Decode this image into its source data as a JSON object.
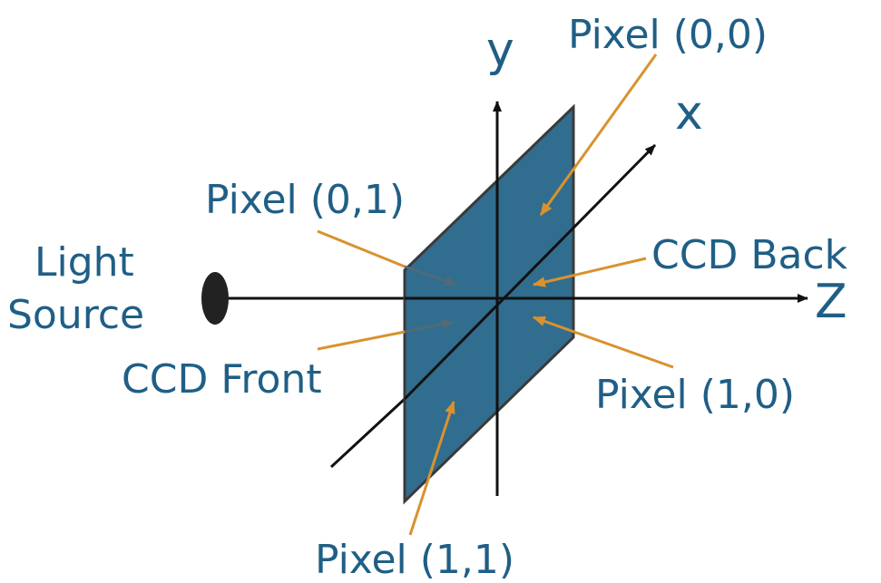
{
  "axes": {
    "y": "y",
    "x": "x",
    "z": "Z"
  },
  "labels": {
    "pixel_00": "Pixel (0,0)",
    "pixel_01": "Pixel (0,1)",
    "pixel_10": "Pixel (1,0)",
    "pixel_11": "Pixel (1,1)",
    "ccd_back": "CCD Back",
    "ccd_front": "CCD Front",
    "light_line1": "Light",
    "light_line2": "Source"
  },
  "colors": {
    "text": "#1f5f86",
    "panel": "#1f6184",
    "panel_stroke": "#3a3a3a",
    "arrow_orange": "#d9922e",
    "arrow_panel": "#506a78",
    "axis": "#111111",
    "light_source": "#222222"
  }
}
